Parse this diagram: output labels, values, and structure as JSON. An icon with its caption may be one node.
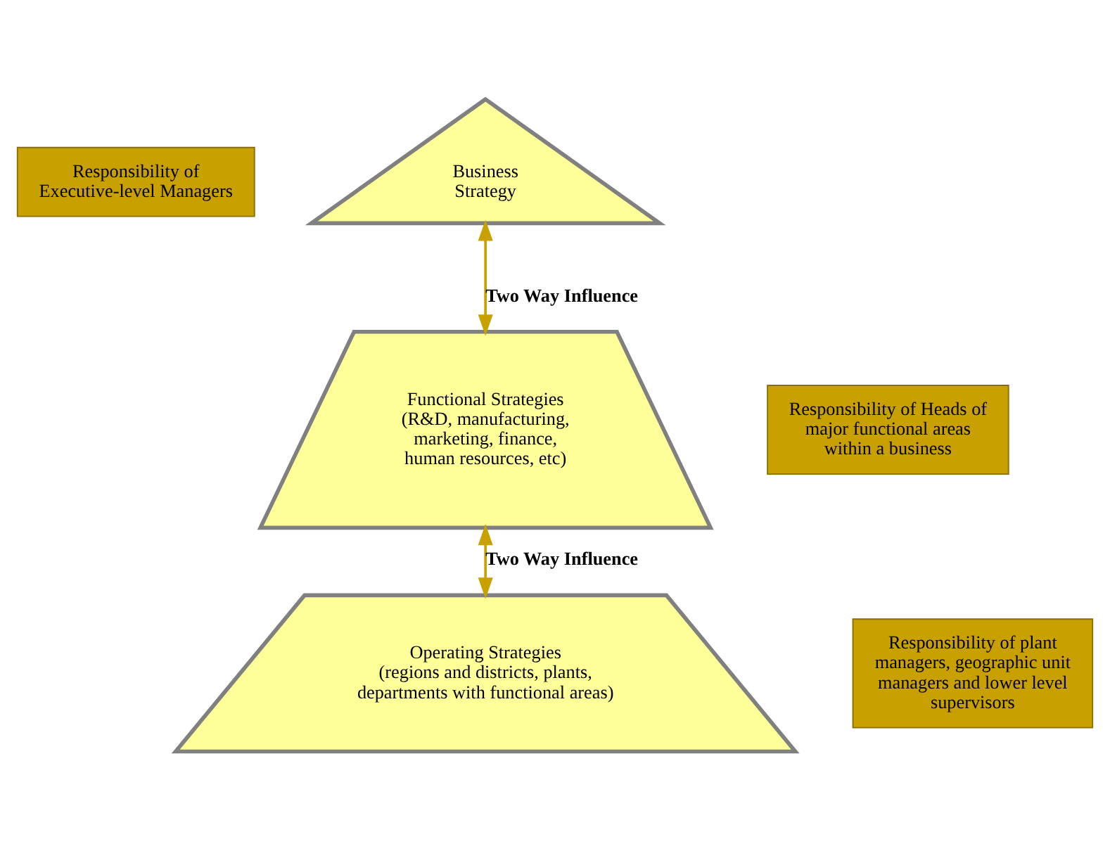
{
  "diagram": {
    "nodes": [
      {
        "text": [
          "Responsibility of Executive-level Managers"
        ]
      },
      {
        "text": [
          "Business Strategy"
        ]
      },
      {
        "text": [
          "Responsibility of Heads of major functional areas within a business"
        ]
      },
      {
        "text": [
          "Functional Strategies",
          "(R&D, manufacturing, marketing, finance, human resources, etc)"
        ]
      },
      {
        "text": [
          "Responsibility of plant managers, geographic unit managers and lower level supervisors"
        ]
      },
      {
        "text": [
          "Operating Strategies",
          "(regions and districts, plants, departments with functional areas)"
        ]
      }
    ],
    "edges": [
      {
        "from": 1,
        "to": 3,
        "arrow": "both",
        "label": "Two Way Influence"
      },
      {
        "from": 3,
        "to": 5,
        "arrow": "both",
        "label": "Two Way Influence"
      }
    ]
  }
}
